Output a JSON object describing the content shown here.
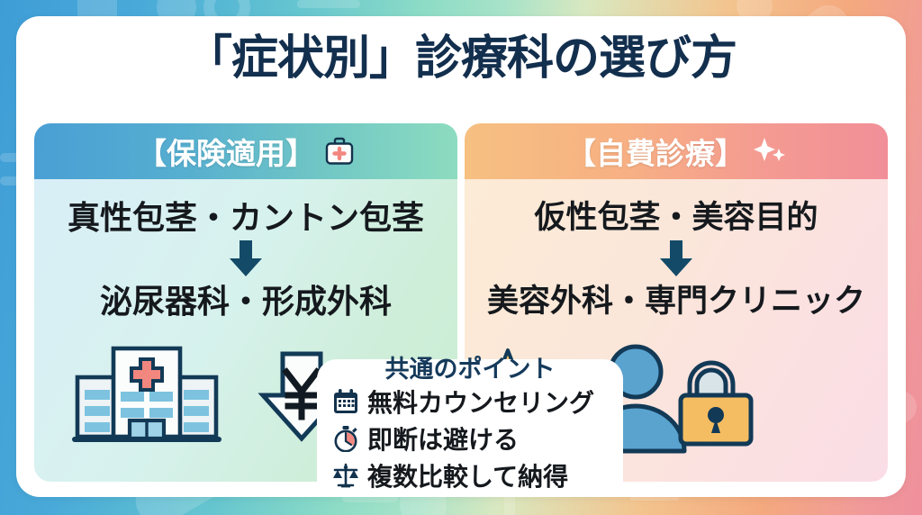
{
  "title": "「症状別」診療科の選び方",
  "colors": {
    "title_navy": "#132f4e",
    "insurance_header_start": "#4a9fd4",
    "insurance_header_end": "#8ddcc0",
    "selfpay_header_start": "#f6c081",
    "selfpay_header_end": "#f18f98",
    "arrow_navy": "#134a68",
    "cross_red": "#f2877f",
    "lock_gold": "#f5bd61",
    "person_blue": "#5aa3cf"
  },
  "panels": [
    {
      "id": "insurance",
      "header_label": "【保険適用】",
      "header_icon": "medical-bag-icon",
      "from_label": "真性包茎・カントン包茎",
      "arrow_icon": "down-arrow-icon",
      "to_label": "泌尿器科・形成外科",
      "illustrations": [
        "hospital-building-icon",
        "yen-down-arrow-icon"
      ]
    },
    {
      "id": "selfpay",
      "header_label": "【自費診療】",
      "header_icon": "sparkle-icon",
      "from_label": "仮性包茎・美容目的",
      "arrow_icon": "down-arrow-icon",
      "to_label": "美容外科・専門クリニック",
      "illustrations": [
        "sparkles-icon",
        "person-lock-icon"
      ]
    }
  ],
  "common": {
    "title": "共通のポイント",
    "items": [
      {
        "icon": "calendar-icon",
        "label": "無料カウンセリング"
      },
      {
        "icon": "stopwatch-icon",
        "label": "即断は避ける"
      },
      {
        "icon": "scales-icon",
        "label": "複数比較して納得"
      }
    ]
  }
}
